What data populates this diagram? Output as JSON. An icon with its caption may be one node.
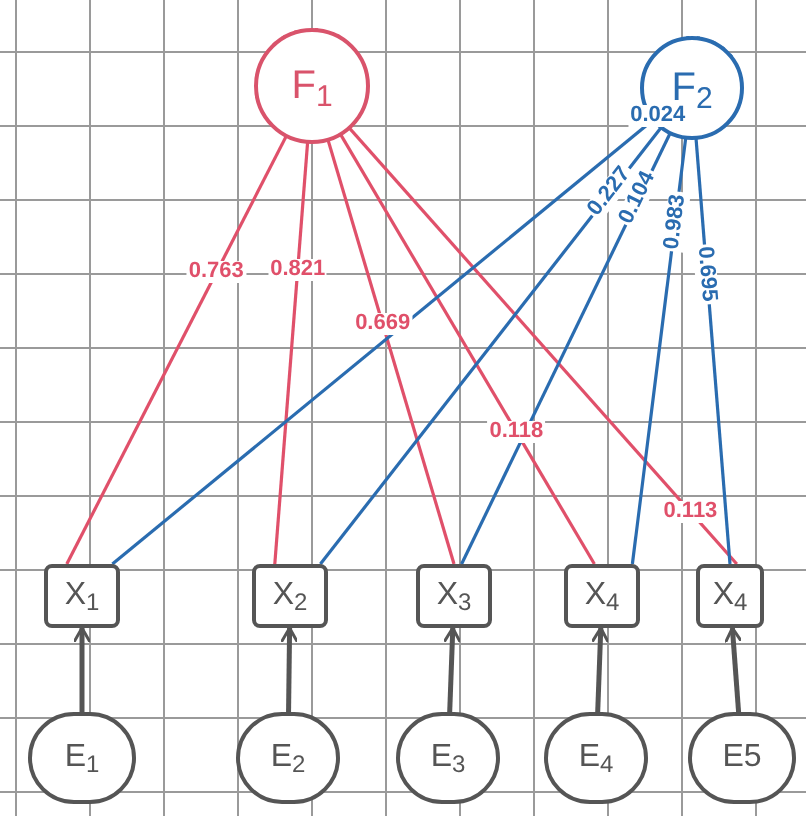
{
  "diagram": {
    "nodes": [
      {
        "text": [
          "F$_{1}$"
        ]
      },
      {
        "text": [
          "F$_{2}$"
        ]
      },
      {
        "text": [
          "X$_{1}$"
        ]
      },
      {
        "text": [
          "X$_{2}$"
        ]
      },
      {
        "text": [
          "X$_{3}$"
        ]
      },
      {
        "text": [
          "X$_{4}$"
        ]
      },
      {
        "text": [
          "X$_{4}$"
        ]
      },
      {
        "text": [
          "E$_{1}$"
        ]
      },
      {
        "text": [
          "E$_{2}$"
        ]
      },
      {
        "text": [
          "E$_{3}$"
        ]
      },
      {
        "text": [
          "E$_{4}$"
        ]
      },
      {
        "text": [
          "E5"
        ]
      }
    ],
    "edges": [
      {
        "from": 0,
        "to": 2,
        "arrow": "none",
        "label": "0.763",
        "color": "#e0506a"
      },
      {
        "from": 0,
        "to": 3,
        "arrow": "none",
        "label": "0.821",
        "color": "#e0506a"
      },
      {
        "from": 0,
        "to": 4,
        "arrow": "none",
        "label": "0.669",
        "color": "#e0506a"
      },
      {
        "from": 0,
        "to": 5,
        "arrow": "none",
        "label": "0.118",
        "color": "#e0506a"
      },
      {
        "from": 0,
        "to": 6,
        "arrow": "none",
        "label": "0.113",
        "color": "#e0506a"
      },
      {
        "from": 1,
        "to": 2,
        "arrow": "none",
        "label": "0.024",
        "color": "#2a6cb0"
      },
      {
        "from": 1,
        "to": 3,
        "arrow": "none",
        "label": "0.227",
        "color": "#2a6cb0"
      },
      {
        "from": 1,
        "to": 4,
        "arrow": "none",
        "label": "0.104",
        "color": "#2a6cb0"
      },
      {
        "from": 1,
        "to": 5,
        "arrow": "none",
        "label": "0.983",
        "color": "#2a6cb0"
      },
      {
        "from": 1,
        "to": 6,
        "arrow": "none",
        "label": "0.695",
        "color": "#2a6cb0"
      },
      {
        "from": 7,
        "to": 2,
        "arrow": "to",
        "color": "#555555"
      },
      {
        "from": 8,
        "to": 3,
        "arrow": "to",
        "color": "#555555"
      },
      {
        "from": 9,
        "to": 4,
        "arrow": "to",
        "color": "#555555"
      },
      {
        "from": 10,
        "to": 5,
        "arrow": "to",
        "color": "#555555"
      },
      {
        "from": 11,
        "to": 6,
        "arrow": "to",
        "color": "#555555"
      }
    ]
  }
}
